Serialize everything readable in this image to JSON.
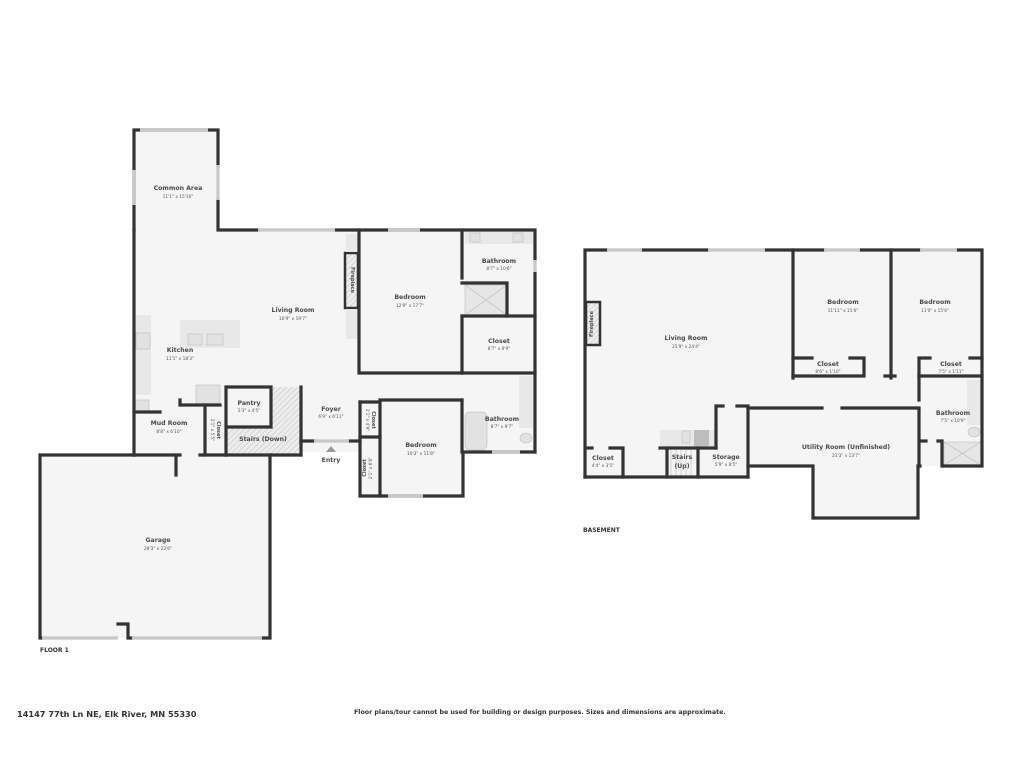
{
  "property": {
    "address": "14147 77th Ln NE, Elk River, MN 55330",
    "disclaimer": "Floor plans/tour cannot be used for building or design purposes. Sizes and dimensions are approximate."
  },
  "colors": {
    "wall": "#333333",
    "floor": "#f5f5f5",
    "window": "#c8c8c8",
    "background": "#ffffff"
  },
  "floors": [
    {
      "label": "FLOOR 1",
      "rooms": [
        {
          "name": "Common Area",
          "dimensions": "11'1\" x 15'10\""
        },
        {
          "name": "Living Room",
          "dimensions": "16'9\" x 19'7\""
        },
        {
          "name": "Fireplace",
          "dimensions": ""
        },
        {
          "name": "Bedroom",
          "dimensions": "12'9\" x 17'7\""
        },
        {
          "name": "Bathroom",
          "dimensions": "8'7\" x 10'6\""
        },
        {
          "name": "Closet",
          "dimensions": "8'7\" x 6'9\""
        },
        {
          "name": "Kitchen",
          "dimensions": "11'1\" x 18'3\""
        },
        {
          "name": "Pantry",
          "dimensions": "5'3\" x 4'5\""
        },
        {
          "name": "Mud Room",
          "dimensions": "8'8\" x 6'10\""
        },
        {
          "name": "Closet",
          "dimensions": "2'1\" x 5'5\""
        },
        {
          "name": "Stairs (Down)",
          "dimensions": ""
        },
        {
          "name": "Foyer",
          "dimensions": "6'9\" x 6'11\""
        },
        {
          "name": "Closet",
          "dimensions": "2'1\" x 4'9\""
        },
        {
          "name": "Closet",
          "dimensions": "2'1\" x 6'6\""
        },
        {
          "name": "Bedroom",
          "dimensions": "10'3\" x 11'8\""
        },
        {
          "name": "Bathroom",
          "dimensions": "8'7\" x 9'7\""
        },
        {
          "name": "Garage",
          "dimensions": "28'3\" x 22'6\""
        },
        {
          "name": "Entry",
          "dimensions": ""
        }
      ]
    },
    {
      "label": "BASEMENT",
      "rooms": [
        {
          "name": "Living Room",
          "dimensions": "25'9\" x 24'4\""
        },
        {
          "name": "Fireplace",
          "dimensions": ""
        },
        {
          "name": "Bedroom",
          "dimensions": "11'11\" x 15'6\""
        },
        {
          "name": "Closet",
          "dimensions": "8'6\" x 1'10\""
        },
        {
          "name": "Bedroom",
          "dimensions": "11'0\" x 15'6\""
        },
        {
          "name": "Closet",
          "dimensions": "7'5\" x 1'11\""
        },
        {
          "name": "Bathroom",
          "dimensions": "7'5\" x 10'9\""
        },
        {
          "name": "Utility Room (Unfinished)",
          "dimensions": "21'3\" x 13'7\""
        },
        {
          "name": "Closet",
          "dimensions": "4'4\" x 3'5\""
        },
        {
          "name": "Stairs",
          "dimensions": "(Up)"
        },
        {
          "name": "Storage",
          "dimensions": "5'9\" x 8'5\""
        }
      ]
    }
  ]
}
